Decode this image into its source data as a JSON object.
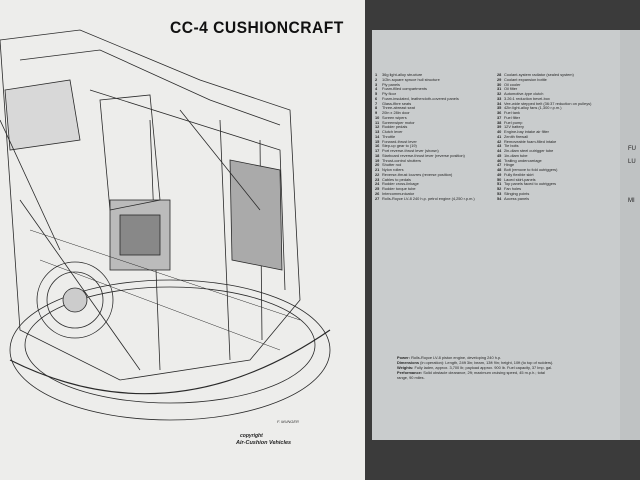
{
  "title": "CC-4 CUSHIONCRAFT",
  "artist": "F. MUNGER",
  "copyright_line1": "copyright",
  "copyright_line2": "Air-Cushion Vehicles",
  "key_col1": [
    {
      "n": "1",
      "t": "36g light-alloy structure"
    },
    {
      "n": "2",
      "t": "1/2in-square spruce hull structure"
    },
    {
      "n": "3",
      "t": "Ply panels"
    },
    {
      "n": "4",
      "t": "Foam-filled compartments"
    },
    {
      "n": "5",
      "t": "Ply floor"
    },
    {
      "n": "6",
      "t": "Foam-insulated, leathercloth-covered panels"
    },
    {
      "n": "7",
      "t": "Glass-fibre seats"
    },
    {
      "n": "8",
      "t": "Three-abreast seat"
    },
    {
      "n": "9",
      "t": "20in x 28in door"
    },
    {
      "n": "10",
      "t": "Screen wipers"
    },
    {
      "n": "11",
      "t": "Screenwiper motor"
    },
    {
      "n": "12",
      "t": "Rudder pedals"
    },
    {
      "n": "13",
      "t": "Clutch lever"
    },
    {
      "n": "14",
      "t": "Throttle"
    },
    {
      "n": "15",
      "t": "Forward-thrust lever"
    },
    {
      "n": "16",
      "t": "Step-up gear to (19)"
    },
    {
      "n": "17",
      "t": "Port reverse-thrust lever (shown)"
    },
    {
      "n": "18",
      "t": "Starboard reverse-thrust lever (reverse position)"
    },
    {
      "n": "19",
      "t": "Thrust-control shutters"
    },
    {
      "n": "20",
      "t": "Shutter rod"
    },
    {
      "n": "21",
      "t": "Nylon rollers"
    },
    {
      "n": "22",
      "t": "Reverse-thrust louvres (reverse position)"
    },
    {
      "n": "23",
      "t": "Cables to pedals"
    },
    {
      "n": "24",
      "t": "Rudder cross-linkage"
    },
    {
      "n": "25",
      "t": "Rudder torque tube"
    },
    {
      "n": "26",
      "t": "Intercommunicator"
    },
    {
      "n": "27",
      "t": "Rolls-Royce LV-8 240 h.p. petrol engine (4,250 r.p.m.)"
    }
  ],
  "key_col2": [
    {
      "n": "28",
      "t": "Coolant-system radiator (sealed system)"
    },
    {
      "n": "29",
      "t": "Coolant expansion bottle"
    },
    {
      "n": "30",
      "t": "Oil cooler"
    },
    {
      "n": "31",
      "t": "Oil filter"
    },
    {
      "n": "32",
      "t": "Automotive-type clutch"
    },
    {
      "n": "33",
      "t": "3.26:1 reduction bevel-box"
    },
    {
      "n": "34",
      "t": "Vee-wide stepped belt (36:37 reduction on pulleys)"
    },
    {
      "n": "35",
      "t": "42in light-alloy fans (1,300 r.p.m.)"
    },
    {
      "n": "36",
      "t": "Fuel tank"
    },
    {
      "n": "37",
      "t": "Fuel filter"
    },
    {
      "n": "38",
      "t": "Fuel pump"
    },
    {
      "n": "39",
      "t": "12V battery"
    },
    {
      "n": "40",
      "t": "Engine-bay intake air filter"
    },
    {
      "n": "41",
      "t": "Zenith firewall"
    },
    {
      "n": "42",
      "t": "Removeable foam-filled intake"
    },
    {
      "n": "43",
      "t": "Tie bolts"
    },
    {
      "n": "44",
      "t": "2in-diam steel outrigger tube"
    },
    {
      "n": "45",
      "t": "1in-diam tube"
    },
    {
      "n": "46",
      "t": "Trailing undercarriage"
    },
    {
      "n": "47",
      "t": "Hinge"
    },
    {
      "n": "48",
      "t": "Bolt (remove to fold outriggers)"
    },
    {
      "n": "49",
      "t": "Fully flexible skirt"
    },
    {
      "n": "50",
      "t": "Laced skirt-panels"
    },
    {
      "n": "51",
      "t": "Top panels faced to outriggers"
    },
    {
      "n": "52",
      "t": "Fan holes"
    },
    {
      "n": "53",
      "t": "Slinging points"
    },
    {
      "n": "54",
      "t": "Access panels"
    }
  ],
  "specs": [
    {
      "label": "Power:",
      "text": "Rolls-Royce LV-8 piston engine, developing 240 h.p."
    },
    {
      "label": "Dimensions",
      "text": "(in operation): Length, 24ft 3in; beam, 13ft 9in; height, 10ft (to top of rudders)."
    },
    {
      "label": "Weights:",
      "text": "Fully laden, approx. 3,700 lb; payload approx. 900 lb. Fuel capacity, 37 Imp. gal."
    },
    {
      "label": "Performance:",
      "text": "Solid obstacle clearance, 2ft; maximum cruising speed, 45 m.p.h.; total range, 90 miles."
    }
  ],
  "next_page_fragments": [
    "FU",
    "LU",
    "MI"
  ]
}
